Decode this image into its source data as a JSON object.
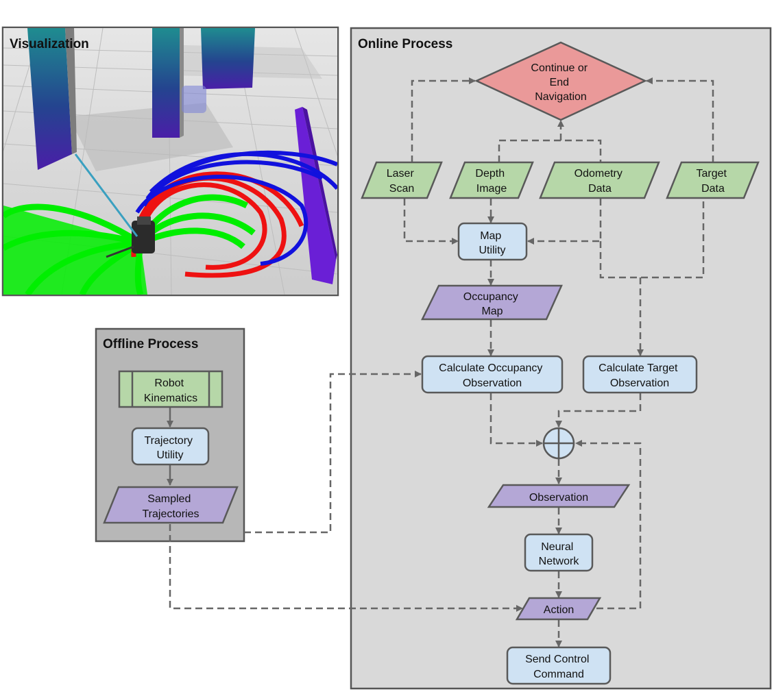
{
  "visualization": {
    "title": "Visualization"
  },
  "offline": {
    "title": "Offline Process",
    "robot_kinematics": [
      "Robot",
      "Kinematics"
    ],
    "trajectory_utility": [
      "Trajectory",
      "Utility"
    ],
    "sampled_trajectories": [
      "Sampled",
      "Trajectories"
    ]
  },
  "online": {
    "title": "Online Process",
    "decision": [
      "Continue or",
      "End",
      "Navigation"
    ],
    "laser_scan": [
      "Laser",
      "Scan"
    ],
    "depth_image": [
      "Depth",
      "Image"
    ],
    "odometry_data": [
      "Odometry",
      "Data"
    ],
    "target_data": [
      "Target",
      "Data"
    ],
    "map_utility": [
      "Map",
      "Utility"
    ],
    "occupancy_map": [
      "Occupancy",
      "Map"
    ],
    "calc_occupancy_obs": [
      "Calculate Occupancy",
      "Observation"
    ],
    "calc_target_obs": [
      "Calculate Target",
      "Observation"
    ],
    "observation": "Observation",
    "neural_network": [
      "Neural",
      "Network"
    ],
    "action": "Action",
    "send_control": [
      "Send Control",
      "Command"
    ]
  },
  "colors": {
    "utility_box": "#cfe2f3",
    "sensor_data": "#b6d7a8",
    "data_product": "#b4a7d6",
    "decision": "#ea9999",
    "online_panel": "#d9d9d9",
    "offline_panel": "#b7b7b7",
    "edge": "#666666"
  }
}
